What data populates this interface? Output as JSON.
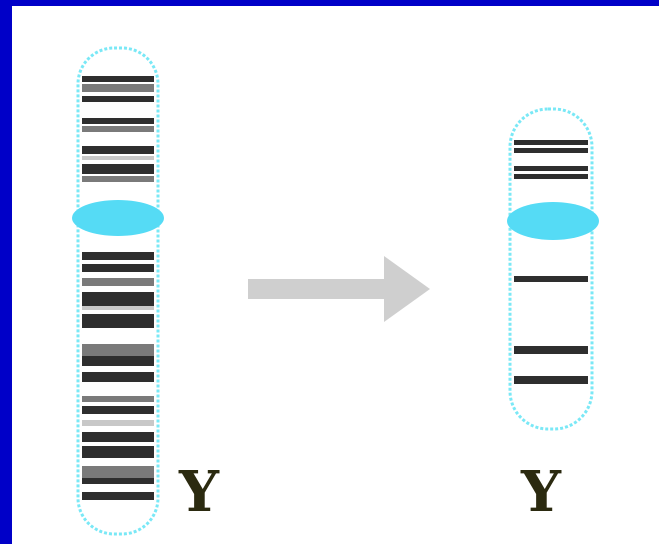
{
  "diagram": {
    "left_chromosome_label": "Y",
    "right_chromosome_label": "Y",
    "colors": {
      "page_border": "#0000c8",
      "background": "#ffffff",
      "chromosome_outline": "#7ae8f6",
      "centromere": "#55dbf5",
      "band_dark": "#2e2e2e",
      "band_grey": "#7a7a7a",
      "band_light": "#c8c8c8",
      "arrow": "#cfcfcf",
      "label": "#2b2a10"
    },
    "left_chromosome": {
      "bands": [
        "dark",
        "grey",
        "dark",
        "dark",
        "grey",
        "dark",
        "light",
        "dark",
        "grey",
        "dark",
        "dark",
        "grey",
        "dark",
        "light",
        "dark",
        "grey",
        "dark",
        "dark",
        "grey",
        "dark",
        "light",
        "dark",
        "dark",
        "grey",
        "dark",
        "dark"
      ]
    },
    "right_chromosome": {
      "bands": [
        "dark",
        "dark",
        "dark",
        "dark",
        "dark",
        "dark",
        "dark"
      ]
    }
  }
}
